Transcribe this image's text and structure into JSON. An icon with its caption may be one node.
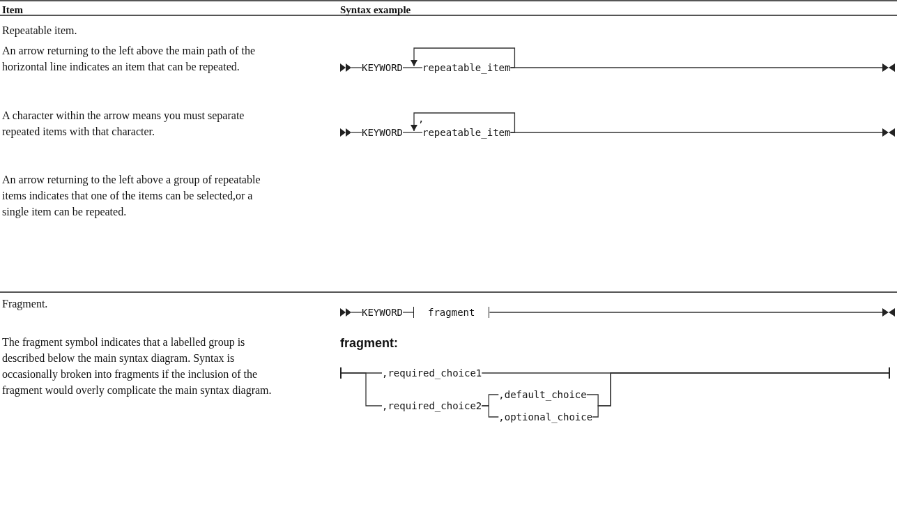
{
  "diagram": {
    "nodes": [
      {
        "text": [],
        "shape": "arrowhead"
      },
      {
        "text": [
          "KEYWORD"
        ]
      },
      {
        "text": [
          "repeatable_item"
        ]
      },
      {
        "text": [],
        "shape": "bowtie"
      },
      {
        "text": [],
        "shape": "arrowhead"
      },
      {
        "text": [
          "KEYWORD"
        ]
      },
      {
        "text": [
          "repeatable_item"
        ]
      },
      {
        "text": [],
        "shape": "bowtie"
      },
      {
        "text": [],
        "shape": "arrowhead"
      },
      {
        "text": [
          "KEYWORD"
        ]
      },
      {
        "text": [
          "fragment"
        ]
      },
      {
        "text": [],
        "shape": "bowtie"
      },
      {
        "text": [],
        "shape": "bar"
      },
      {
        "text": [
          ",required_choice1"
        ]
      },
      {
        "text": [
          ",required_choice2"
        ]
      },
      {
        "text": [
          ",default_choice"
        ]
      },
      {
        "text": [
          ",optional_choice"
        ]
      },
      {
        "text": [],
        "shape": "bar"
      }
    ],
    "edges": [
      {
        "from": 0,
        "to": 1,
        "arrow": "none"
      },
      {
        "from": 1,
        "to": 2,
        "arrow": "none"
      },
      {
        "from": 2,
        "to": 2,
        "arrow": "to"
      },
      {
        "from": 2,
        "to": 3,
        "arrow": "none"
      },
      {
        "from": 4,
        "to": 5,
        "arrow": "none"
      },
      {
        "from": 5,
        "to": 6,
        "arrow": "none"
      },
      {
        "from": 6,
        "to": 6,
        "arrow": "to",
        "label": ","
      },
      {
        "from": 6,
        "to": 7,
        "arrow": "none"
      },
      {
        "from": 8,
        "to": 9,
        "arrow": "none"
      },
      {
        "from": 9,
        "to": 10,
        "arrow": "none"
      },
      {
        "from": 10,
        "to": 11,
        "arrow": "none"
      },
      {
        "from": 12,
        "to": 13,
        "arrow": "none"
      },
      {
        "from": 12,
        "to": 14,
        "arrow": "none"
      },
      {
        "from": 13,
        "to": 17,
        "arrow": "none"
      },
      {
        "from": 14,
        "to": 15,
        "arrow": "none"
      },
      {
        "from": 14,
        "to": 16,
        "arrow": "none"
      },
      {
        "from": 15,
        "to": 17,
        "arrow": "none"
      },
      {
        "from": 16,
        "to": 17,
        "arrow": "none"
      }
    ],
    "labels": [
      "Item",
      "Syntax example",
      "Repeatable item.",
      "An arrow returning to the left above the main path of the horizontal line indicates an item that can be repeated.",
      "A character within the arrow means you must separate repeated items with that character.",
      "An arrow returning to the left above a group of repeatable items indicates that one of the items can be selected,or a single item can be repeated.",
      "Fragment.",
      "The fragment symbol indicates that a labelled group is described below the main syntax diagram. Syntax is occasionally broken into fragments if the inclusion of the fragment would overly complicate the main syntax diagram.",
      "fragment:"
    ]
  }
}
